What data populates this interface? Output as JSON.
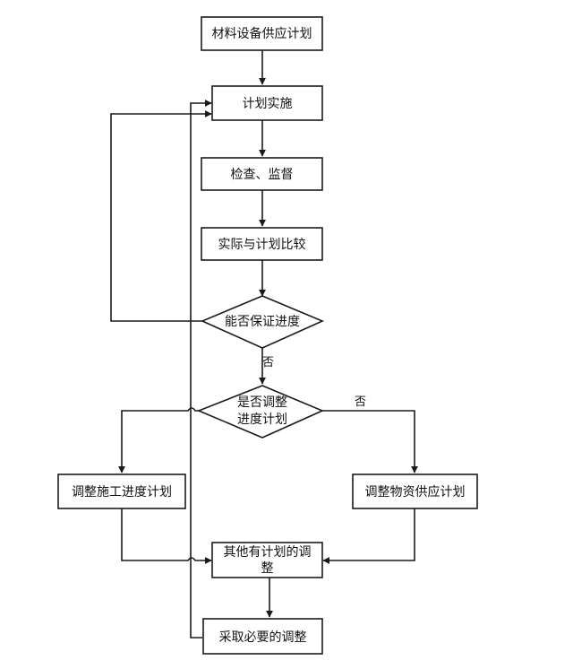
{
  "nodes": {
    "supply_plan": "材料设备供应计划",
    "implement": "计划实施",
    "inspect": "检查、监督",
    "compare": "实际与计划比较",
    "ensure_progress": "能否保证进度",
    "adjust_q_line1": "是否调整",
    "adjust_q_line2": "进度计划",
    "adjust_construction": "调整施工进度计划",
    "adjust_material": "调整物资供应计划",
    "other_adjust_line1": "其他有计划的调",
    "other_adjust_line2": "整",
    "take_measures": "采取必要的调整"
  },
  "edge_labels": {
    "no_after_ensure": "否",
    "no_after_adjust": "否"
  }
}
